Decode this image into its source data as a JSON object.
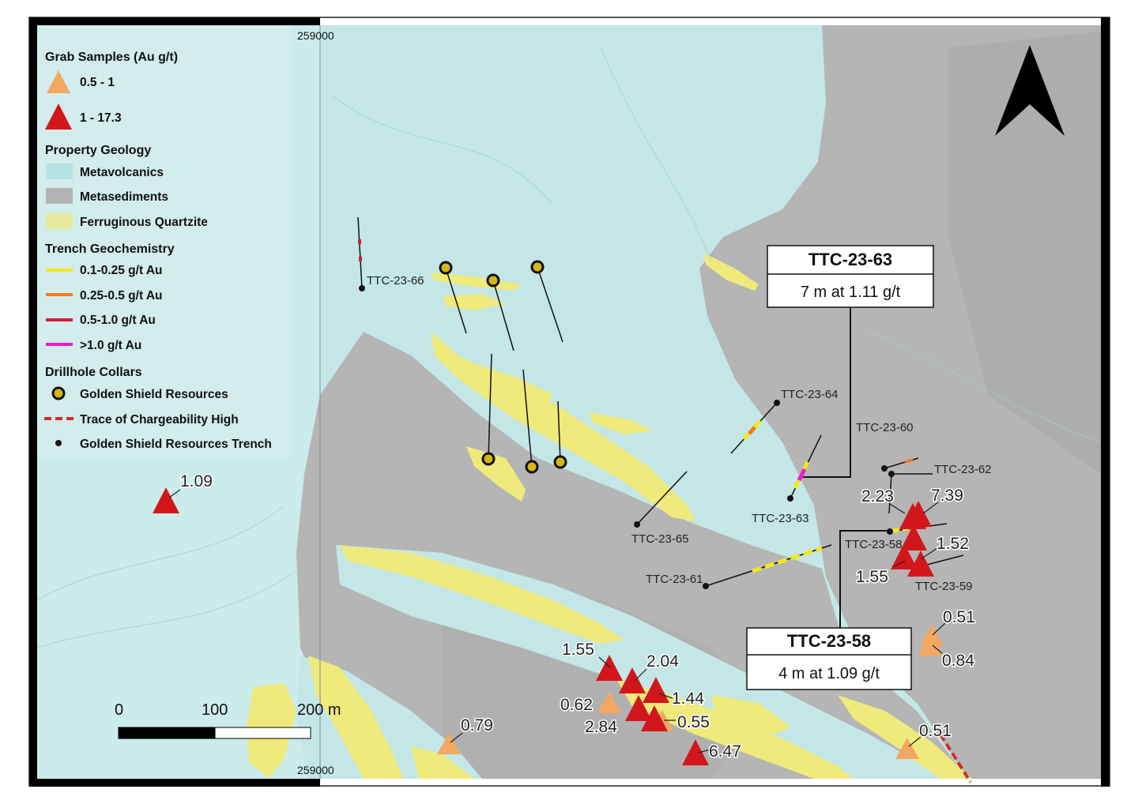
{
  "legend": {
    "grab_title": "Grab Samples (Au g/t)",
    "grab_low": "0.5 - 1",
    "grab_high": "1 - 17.3",
    "geology_title": "Property Geology",
    "metavolcanics": "Metavolcanics",
    "metasediments": "Metasediments",
    "ferruginous": "Ferruginous Quartzite",
    "trench_title": "Trench Geochemistry",
    "t1": "0.1-0.25 g/t Au",
    "t2": "0.25-0.5 g/t Au",
    "t3": "0.5-1.0 g/t Au",
    "t4": ">1.0 g/t Au",
    "drill_title": "Drillhole Collars",
    "collars": "Golden Shield Resources",
    "chargeability": "Trace of Chargeability High",
    "trench_pt": "Golden Shield Resources Trench"
  },
  "colors": {
    "metavolcanics": "#c4e6e6",
    "metasediments": "#b5b5b5",
    "ferruginous": "#eeea7c",
    "t1": "#f5e61e",
    "t2": "#f07a22",
    "t3": "#d01d3c",
    "t4": "#ee1ccb",
    "grab_low": "#f3a862",
    "grab_high": "#d2171c",
    "collar_fill": "#d4b614"
  },
  "coords": {
    "top": "259000",
    "bottom": "259000"
  },
  "scale": {
    "l0": "0",
    "l1": "100",
    "l2": "200 m"
  },
  "trenches": {
    "t66": "TTC-23-66",
    "t64": "TTC-23-64",
    "t60": "TTC-23-60",
    "t62": "TTC-23-62",
    "t63": "TTC-23-63",
    "t65": "TTC-23-65",
    "t58": "TTC-23-58",
    "t61": "TTC-23-61",
    "t59": "TTC-23-59"
  },
  "samples": {
    "s109": "1.09",
    "s223": "2.23",
    "s739": "7.39",
    "s152a": "1.52",
    "s155a": "1.55",
    "s051a": "0.51",
    "s084": "0.84",
    "s155b": "1.55",
    "s204": "2.04",
    "s062": "0.62",
    "s144": "1.44",
    "s284": "2.84",
    "s055": "0.55",
    "s079": "0.79",
    "s647": "6.47",
    "s051b": "0.51"
  },
  "callouts": {
    "c63_title": "TTC-23-63",
    "c63_sub": "7 m at 1.11 g/t",
    "c58_title": "TTC-23-58",
    "c58_sub": "4 m at 1.09 g/t"
  }
}
